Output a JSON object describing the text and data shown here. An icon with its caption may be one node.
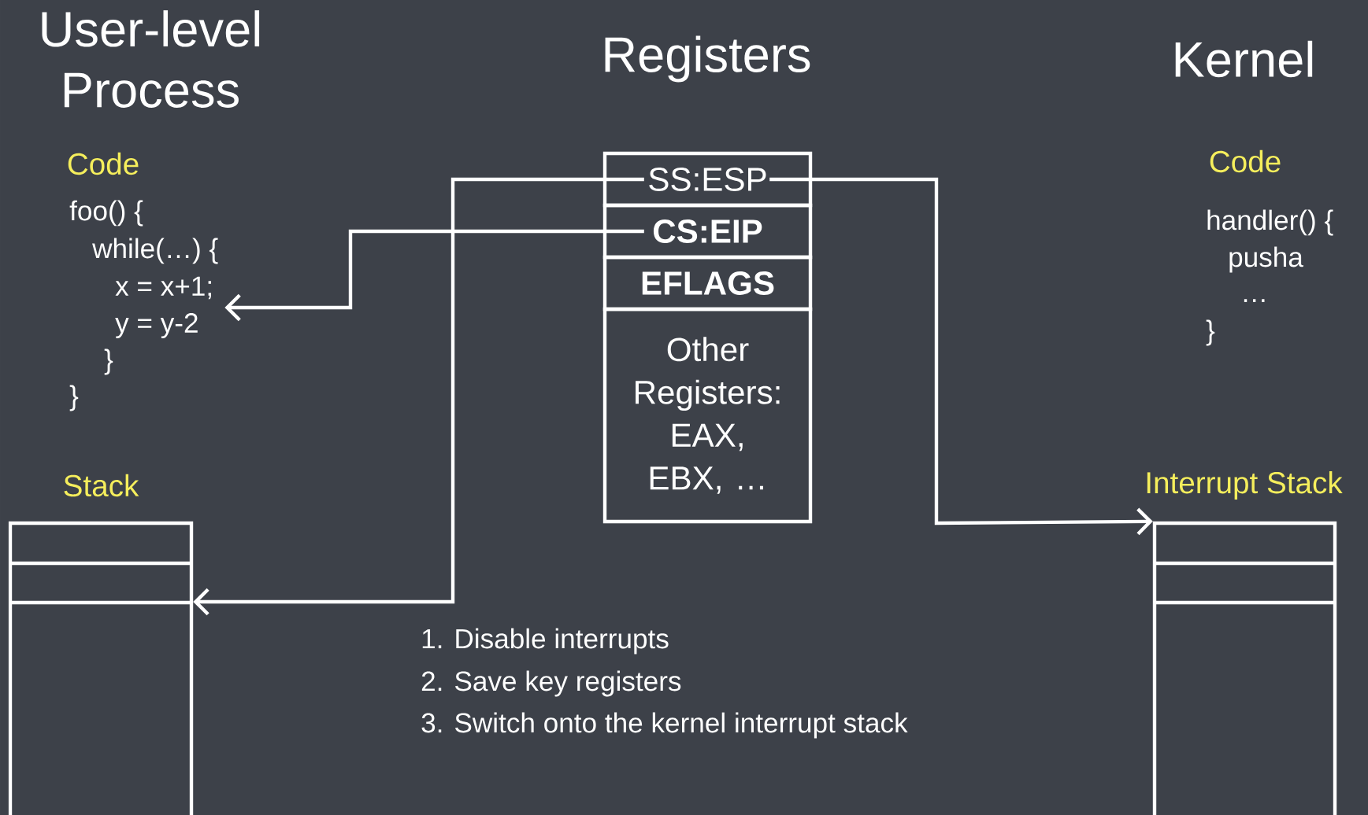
{
  "diagram": {
    "nodes": [
      {
        "text": [
          "SS:ESP"
        ]
      },
      {
        "text": [
          "CS:EIP"
        ]
      },
      {
        "text": [
          "EFLAGS"
        ]
      },
      {
        "text": [
          "Other Registers: EAX, EBX, …"
        ]
      },
      {
        "text": [
          "Code",
          "foo() {",
          "while(…) {",
          "x = x+1;",
          "y = y-2",
          "}",
          "}"
        ]
      },
      {
        "text": [
          "Stack"
        ]
      },
      {
        "text": [
          "Interrupt Stack"
        ]
      }
    ],
    "edges": [
      {
        "from": 0,
        "to": 5,
        "arrow": "to"
      },
      {
        "from": 1,
        "to": 4,
        "arrow": "to"
      },
      {
        "from": 0,
        "to": 6,
        "arrow": "to"
      }
    ],
    "labels": [
      "User-level Process",
      "Registers",
      "Kernel",
      "Code",
      "handler() {",
      "pusha",
      "…",
      "}",
      "1.  Disable interrupts",
      "2.  Save key registers",
      "3.  Switch onto the kernel interrupt stack"
    ]
  }
}
